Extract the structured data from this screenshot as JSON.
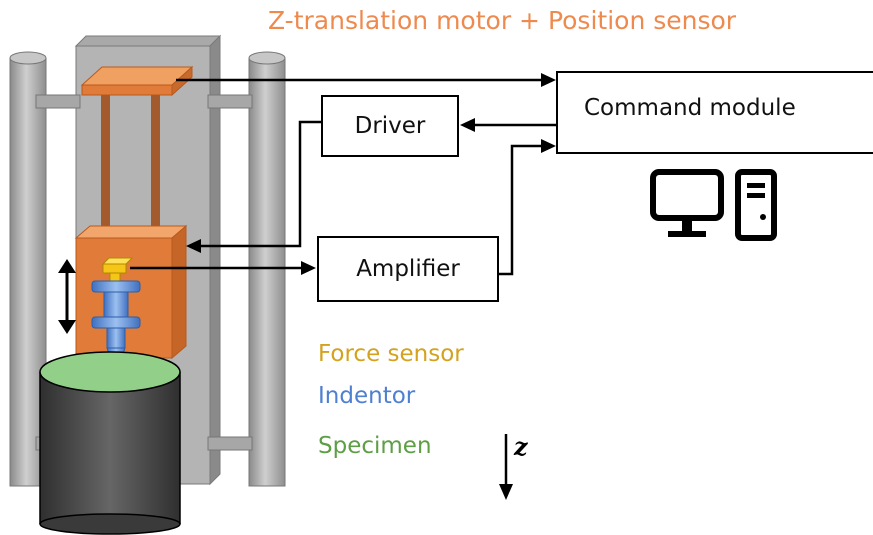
{
  "labels": {
    "motor_title": "Z-translation motor + Position sensor",
    "force_sensor": "Force sensor",
    "indentor": "Indentor",
    "specimen": "Specimen",
    "z_axis": "z"
  },
  "boxes": {
    "driver": "Driver",
    "command_module": "Command module",
    "amplifier": "Amplifier"
  },
  "icons": [
    "monitor-icon",
    "computer-tower-icon"
  ],
  "colors": {
    "motor": "#e07b39",
    "force_sensor": "#f5c518",
    "indentor": "#5b8fd8",
    "specimen": "#92d08a",
    "frame": "#b8b8b8",
    "cylinder": "#4a4a4a"
  }
}
